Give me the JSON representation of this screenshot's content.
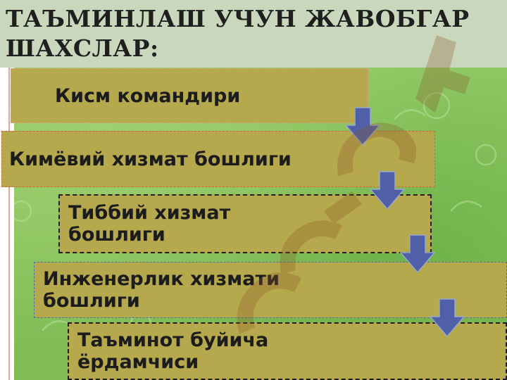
{
  "title": "ТАЪМИНЛАШ УЧУН ЖАВОБГАР ШАХСЛАР:",
  "boxes": [
    {
      "label": "Кисм командири"
    },
    {
      "label": "Кимёвий хизмат бошлиги"
    },
    {
      "label": "Тиббий хизмат бошлиги"
    },
    {
      "label": "Инженерлик хизмати бошлиги"
    },
    {
      "label": "Таъминот буйича ёрдамчиси"
    }
  ],
  "icons": {
    "flow_arrow": "down-arrow-icon"
  },
  "colors": {
    "background": "#8bc561",
    "title_band": "#c9d8bd",
    "box_fill": "#b6a84c",
    "arrow_fill": "#4f5fa8",
    "title_text": "#1f1f1f"
  }
}
